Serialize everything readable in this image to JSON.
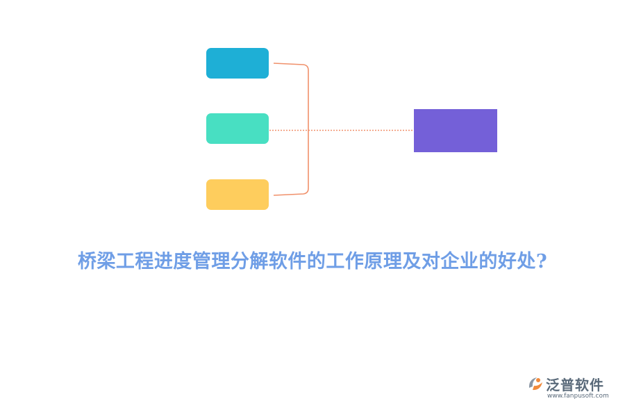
{
  "colors": {
    "node_1": "#1eafd6",
    "node_2": "#48dfc2",
    "node_3": "#fecd5d",
    "target_node": "#7460d8",
    "bracket_line": "#f0906a",
    "title_text": "#6f9ee6",
    "brand_text": "#5a6a7a",
    "brand_logo_orange": "#f08a3c",
    "brand_logo_gray": "#8a96a4"
  },
  "nodes": [
    {
      "label": ""
    },
    {
      "label": ""
    },
    {
      "label": ""
    }
  ],
  "target": {
    "label": ""
  },
  "title": "桥梁工程进度管理分解软件的工作原理及对企业的好处?",
  "brand": {
    "logo_icon": "fanpu-logo-icon",
    "name": "泛普软件",
    "url": "www.fanpusoft.com"
  }
}
